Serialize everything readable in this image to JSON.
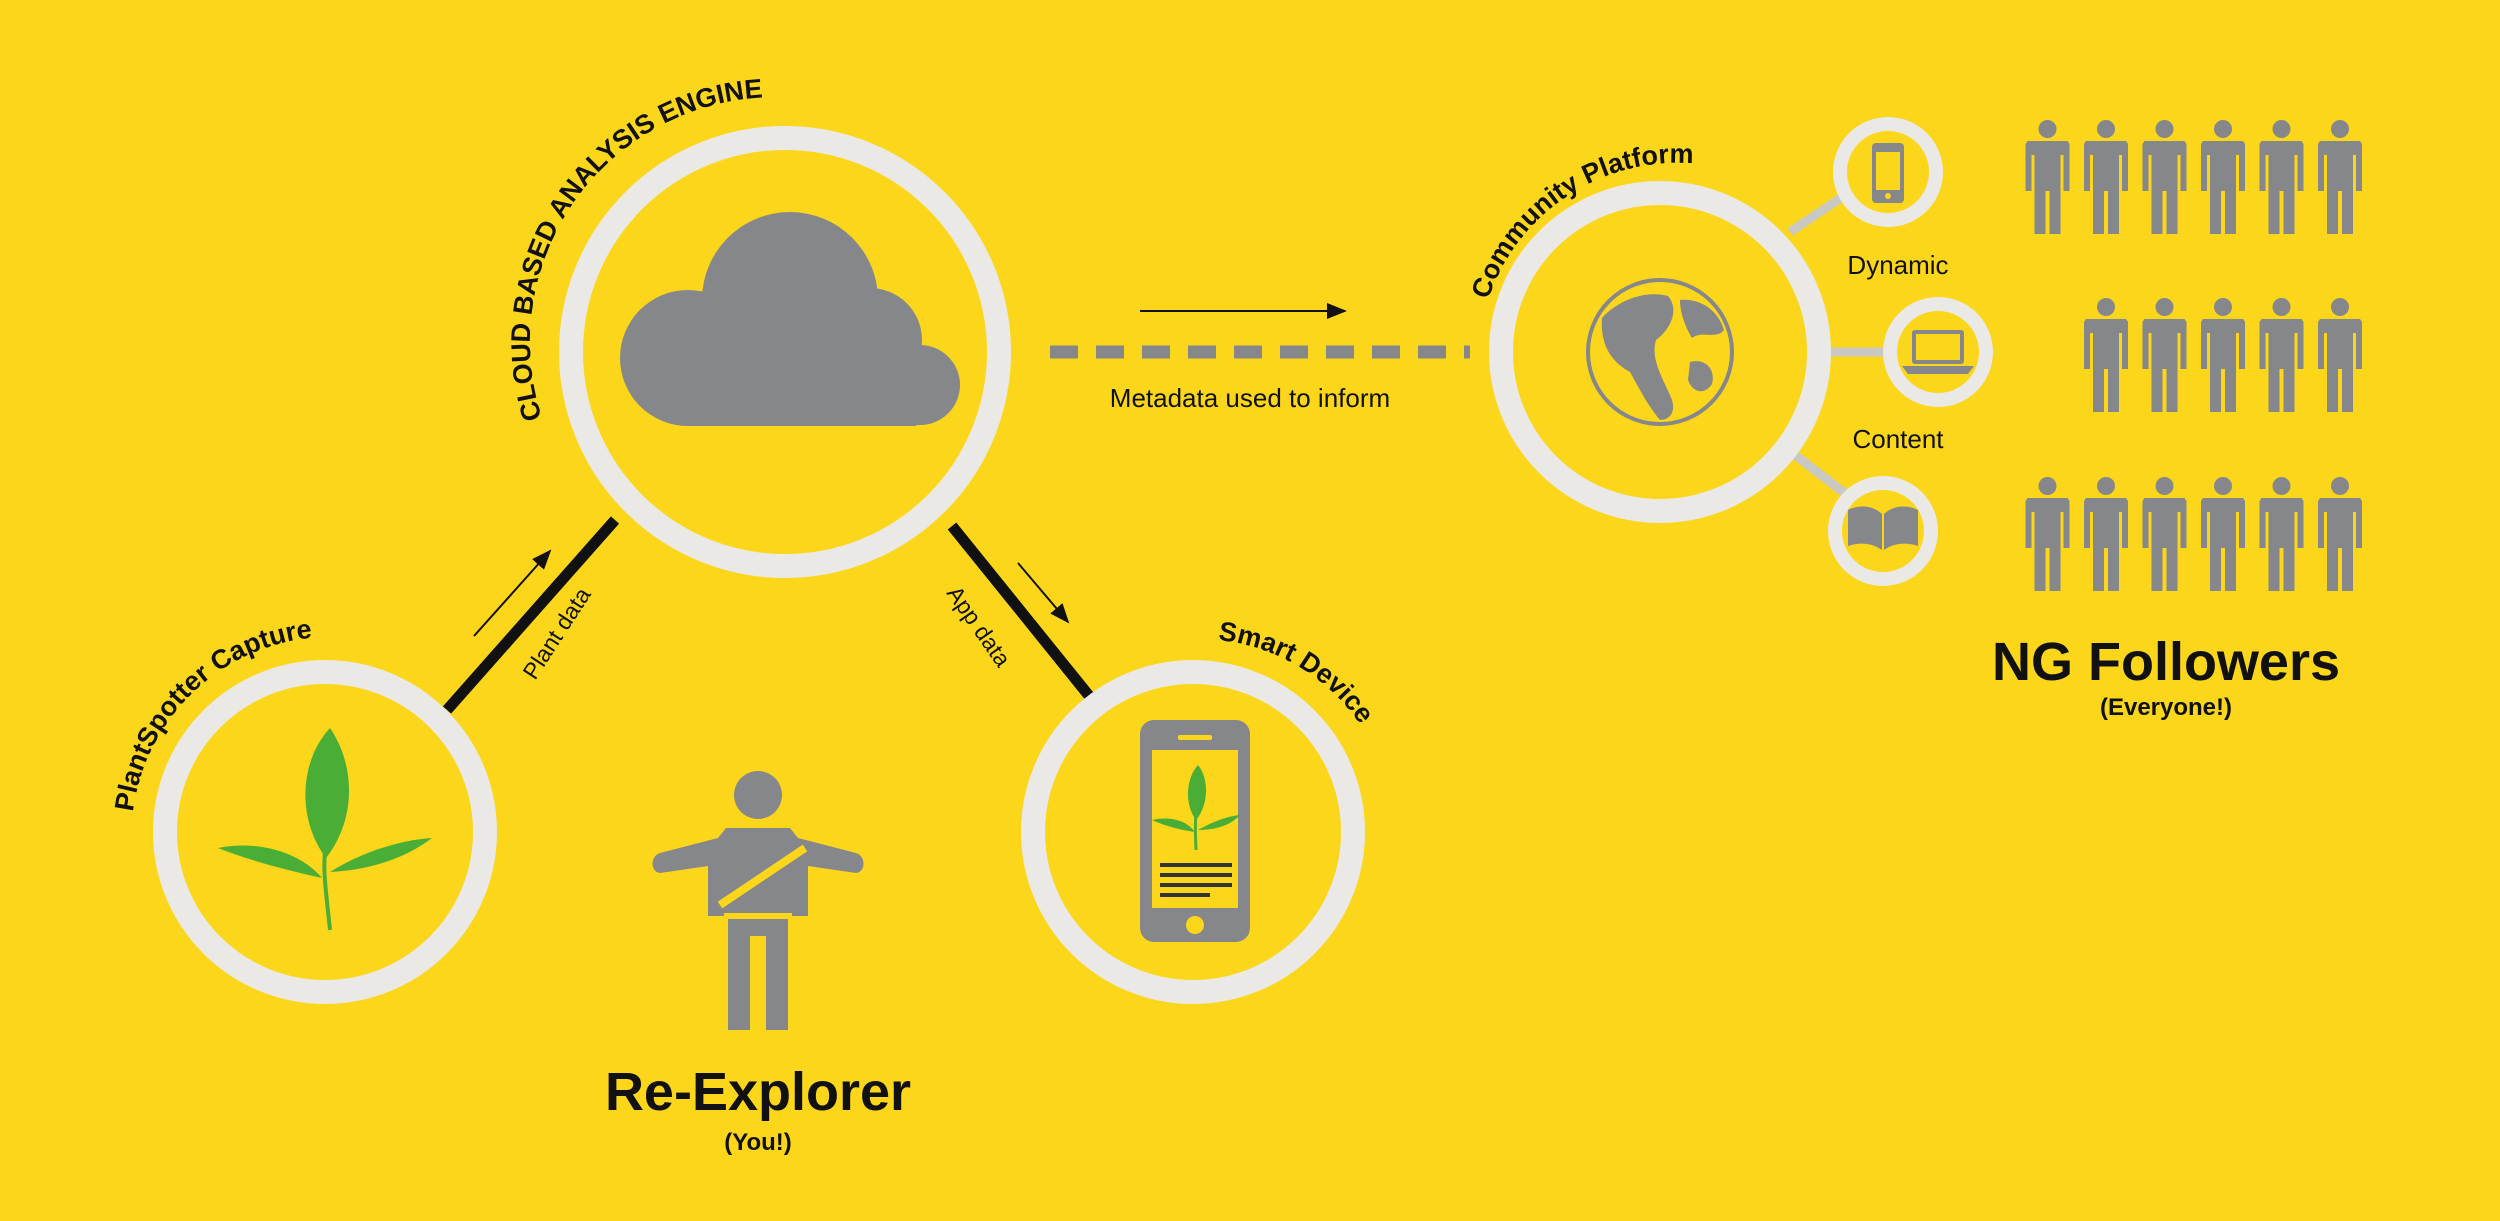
{
  "colors": {
    "background": "#FBD61A",
    "ring": "#EAE9E6",
    "icon_gray": "#86878A",
    "leaf_green": "#4AAE36",
    "connector_black": "#111111",
    "connector_light": "#C9C8C3",
    "text": "#111111"
  },
  "nodes": {
    "cloud_engine": {
      "label": "CLOUD BASED ANALYSIS ENGINE",
      "icon": "cloud-icon"
    },
    "plantspotter": {
      "label": "PlantSpotter Capture",
      "icon": "plant-icon"
    },
    "smart_device": {
      "label": "Smart Device",
      "icon": "smartphone-icon"
    },
    "community": {
      "label": "Community Platform",
      "icon": "globe-icon"
    }
  },
  "edges": {
    "plant_data": "Plant data",
    "app_data": "App data",
    "metadata": "Metadata used to inform"
  },
  "community_channels": {
    "dynamic": "Dynamic",
    "content": "Content",
    "icons": [
      "mobile-phone-icon",
      "laptop-icon",
      "book-icon"
    ]
  },
  "re_explorer": {
    "title": "Re-Explorer",
    "subtitle": "(You!)"
  },
  "followers": {
    "title": "NG Followers",
    "subtitle": "(Everyone!)",
    "row_counts": [
      6,
      5,
      6
    ]
  }
}
